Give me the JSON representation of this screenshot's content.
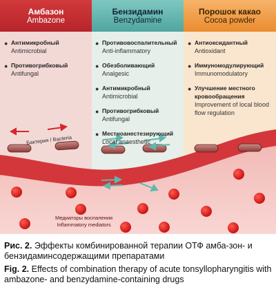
{
  "columns": [
    {
      "title_ru": "Амбазон",
      "title_en": "Ambazone",
      "items": [
        {
          "ru": "Антимикробный",
          "en": "Antimicrobial"
        },
        {
          "ru": "Противогрибковый",
          "en": "Antifungal"
        }
      ]
    },
    {
      "title_ru": "Бензидамин",
      "title_en": "Benzydamine",
      "items": [
        {
          "ru": "Противовоспалительный",
          "en": "Anti-inflammatory"
        },
        {
          "ru": "Обезболивающий",
          "en": "Analgesic"
        },
        {
          "ru": "Антимикробный",
          "en": "Antimicrobial"
        },
        {
          "ru": "Противогрибковый",
          "en": "Antifungal"
        },
        {
          "ru": "Местноанестезирующий",
          "en": "Local anaesthetic"
        }
      ]
    },
    {
      "title_ru": "Порошок какао",
      "title_en": "Cocoa powder",
      "items": [
        {
          "ru": "Антиоксидантный",
          "en": "Antioxidant"
        },
        {
          "ru": "Иммуномодулирующий",
          "en": "Immunomodulatory"
        },
        {
          "ru": "Улучшение местного кровообращения",
          "en": "Improvement of local blood flow regulation"
        }
      ]
    }
  ],
  "labels": {
    "bacteria": "Бактерия / Bacteria",
    "mediators_ru": "Медиаторы воспаления",
    "mediators_en": "Inflammatory mediators"
  },
  "caption": {
    "ru_prefix": "Рис. 2.",
    "ru_text": "Эффекты комбинированной терапии ОТФ амба-зон- и бензидаминсодержащими препаратами",
    "en_prefix": "Fig. 2.",
    "en_text": "Effects of combination therapy of acute tonsyllopharyngitis with ambazone- and benzydamine-containing drugs"
  },
  "colors": {
    "ambazone": "#c8302f",
    "benzydamine": "#5fb3ac",
    "cocoa": "#f09a3a",
    "tissue": "#d23b3f",
    "bacteria": "#a24a4a",
    "mediator": "#d71f1f"
  }
}
